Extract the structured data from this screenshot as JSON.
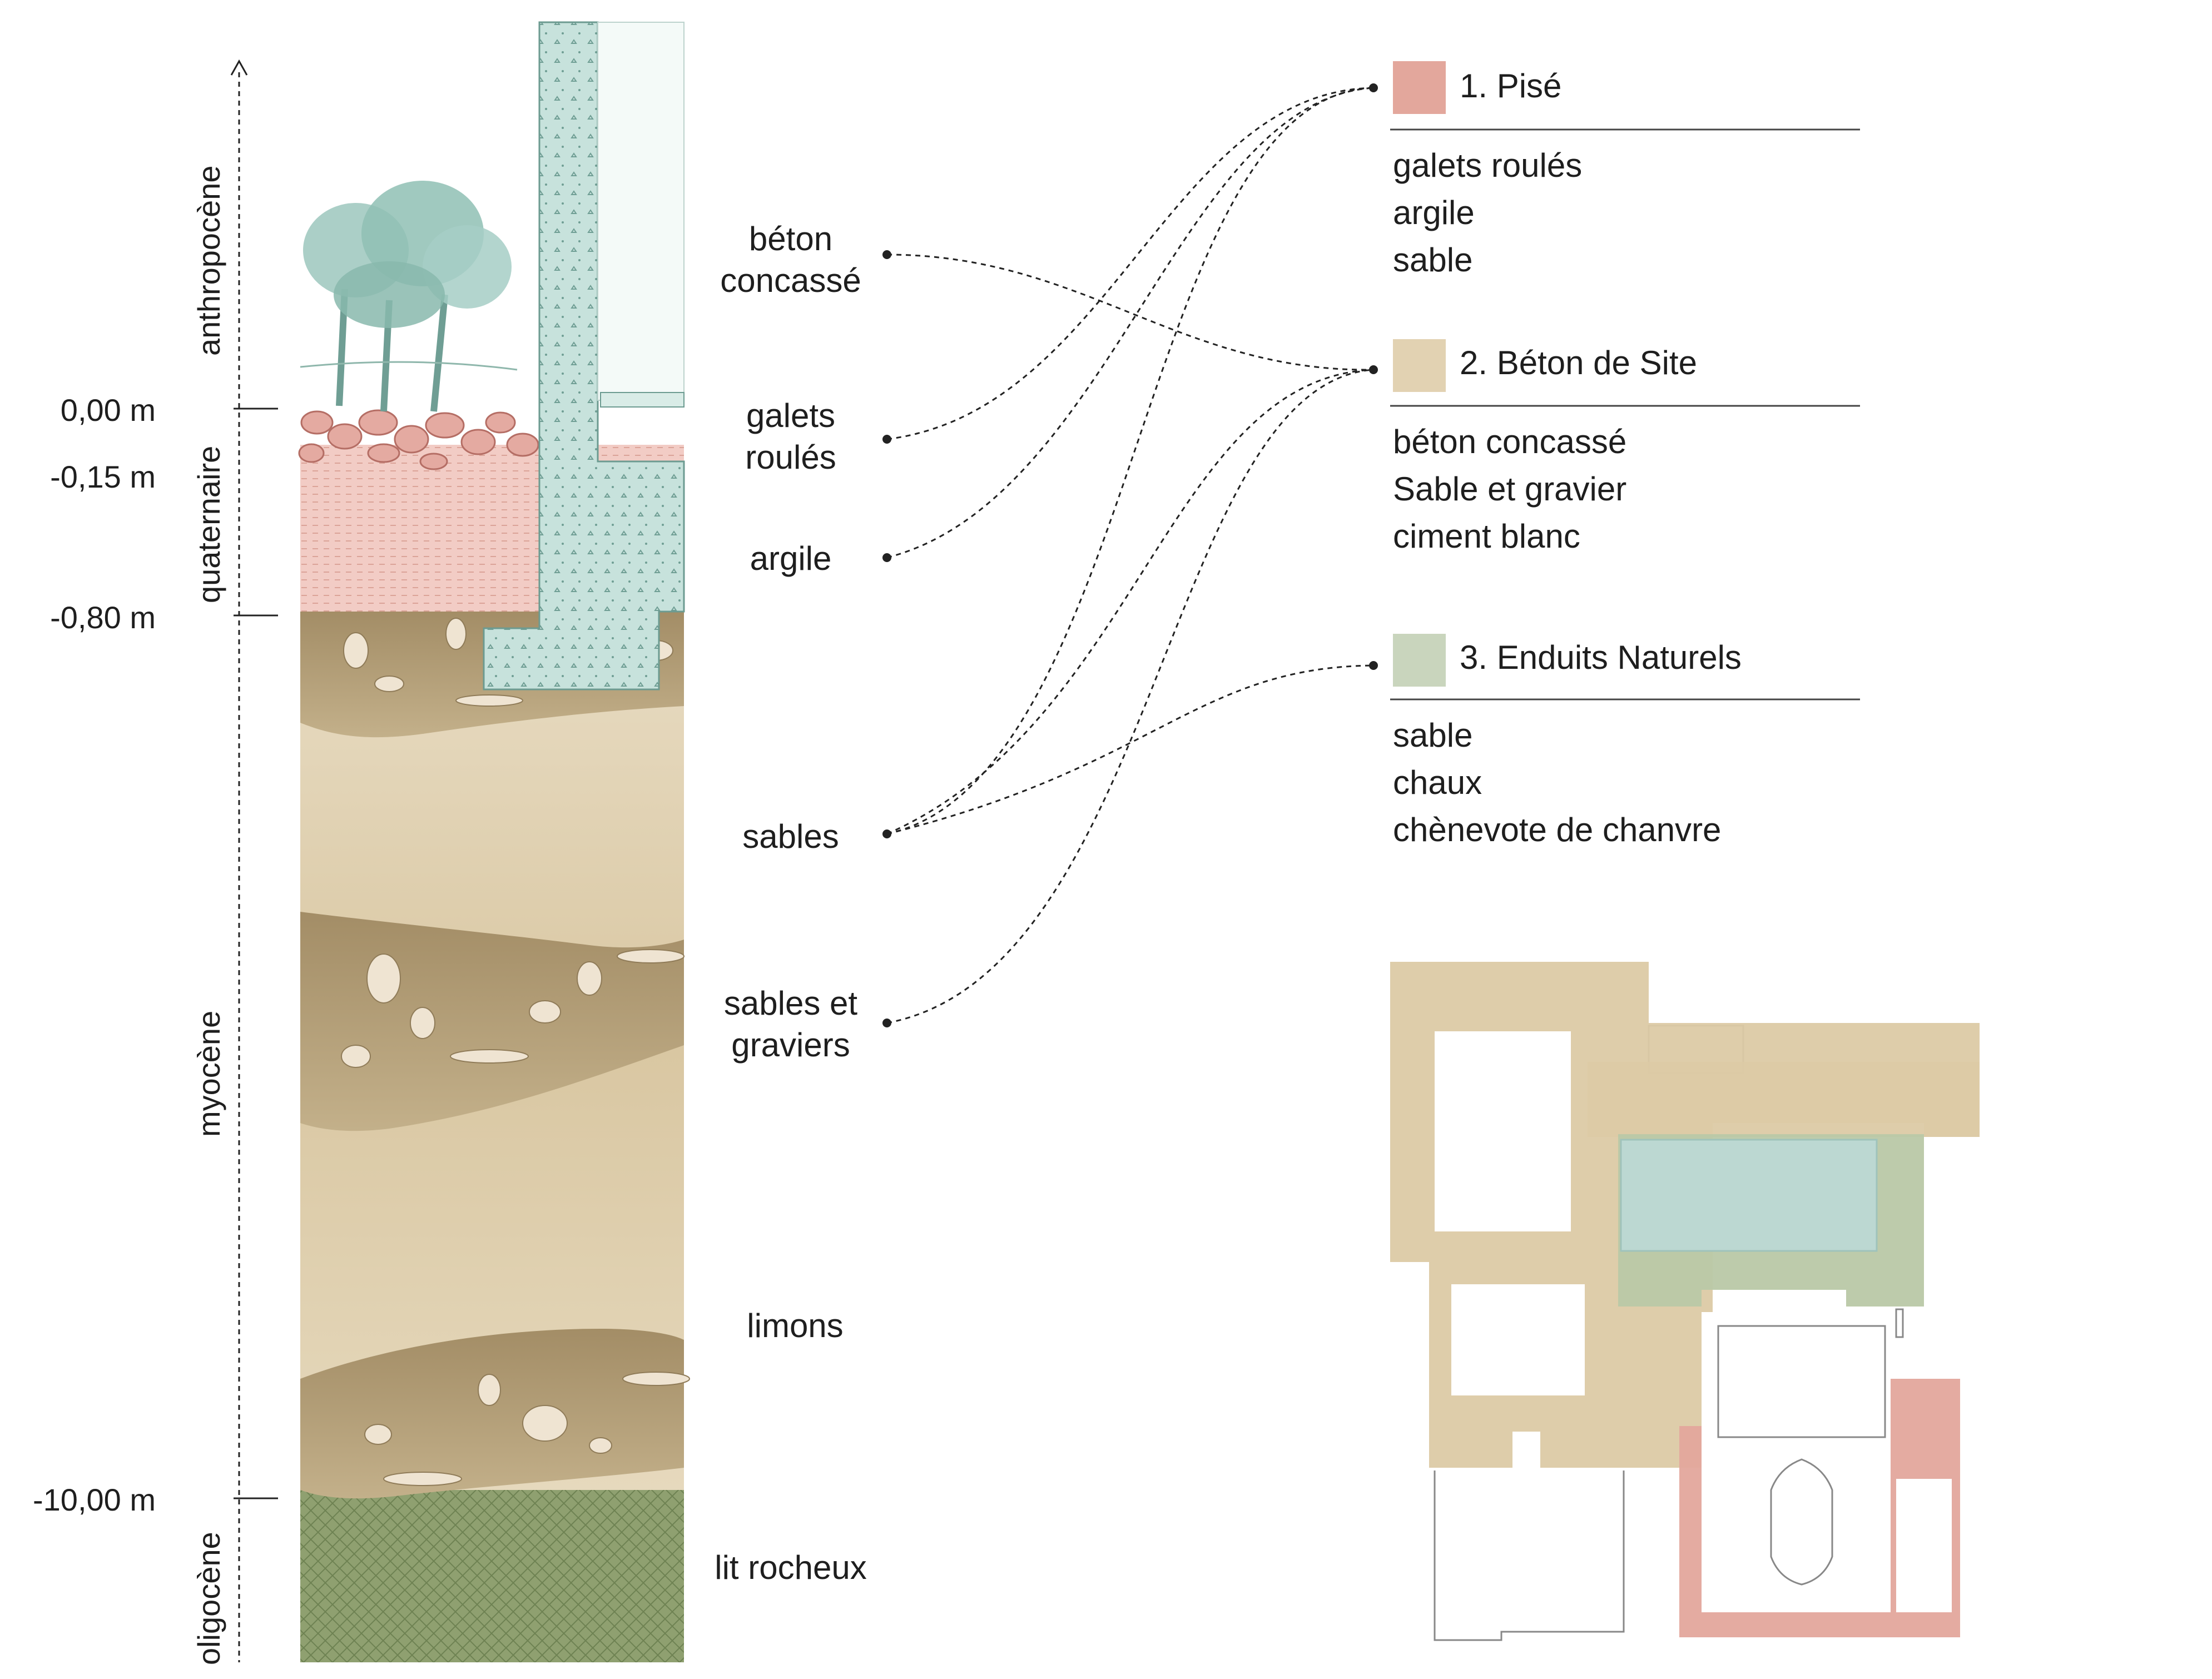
{
  "eras": [
    "anthropocène",
    "quaternaire",
    "myocène",
    "oligocène"
  ],
  "depths": [
    "0,00 m",
    "-0,15 m",
    "-0,80 m",
    "-10,00 m"
  ],
  "layers": {
    "beton_concasse": [
      "béton",
      "concassé"
    ],
    "galets_roules": [
      "galets",
      "roulés"
    ],
    "argile": "argile",
    "sables": "sables",
    "sables_graviers": [
      "sables et",
      "graviers"
    ],
    "limons": "limons",
    "lit_rocheux": "lit rocheux"
  },
  "materials": [
    {
      "title": "1. Pisé",
      "color": "#e3a79c",
      "items": [
        "galets roulés",
        "argile",
        "sable"
      ]
    },
    {
      "title": "2. Béton de Site",
      "color": "#e2d2b2",
      "items": [
        "béton concassé",
        "Sable et gravier",
        "ciment blanc"
      ]
    },
    {
      "title": "3. Enduits Naturels",
      "color": "#c9d5bd",
      "items": [
        "sable",
        "chaux",
        "chènevote de chanvre"
      ]
    }
  ],
  "colors": {
    "pise": "#e3a79c",
    "beton": "#d9c6a0",
    "enduit_green": "#b9c8a6",
    "enduit_teal": "#bcd8d2",
    "concrete_wall": "#c5e0da",
    "sand": "#e4d6bb",
    "gravel": "#b3a07c",
    "bedrock": "#8fa070",
    "clay": "#f1c7c0"
  },
  "icons": [
    "tree-icon"
  ]
}
